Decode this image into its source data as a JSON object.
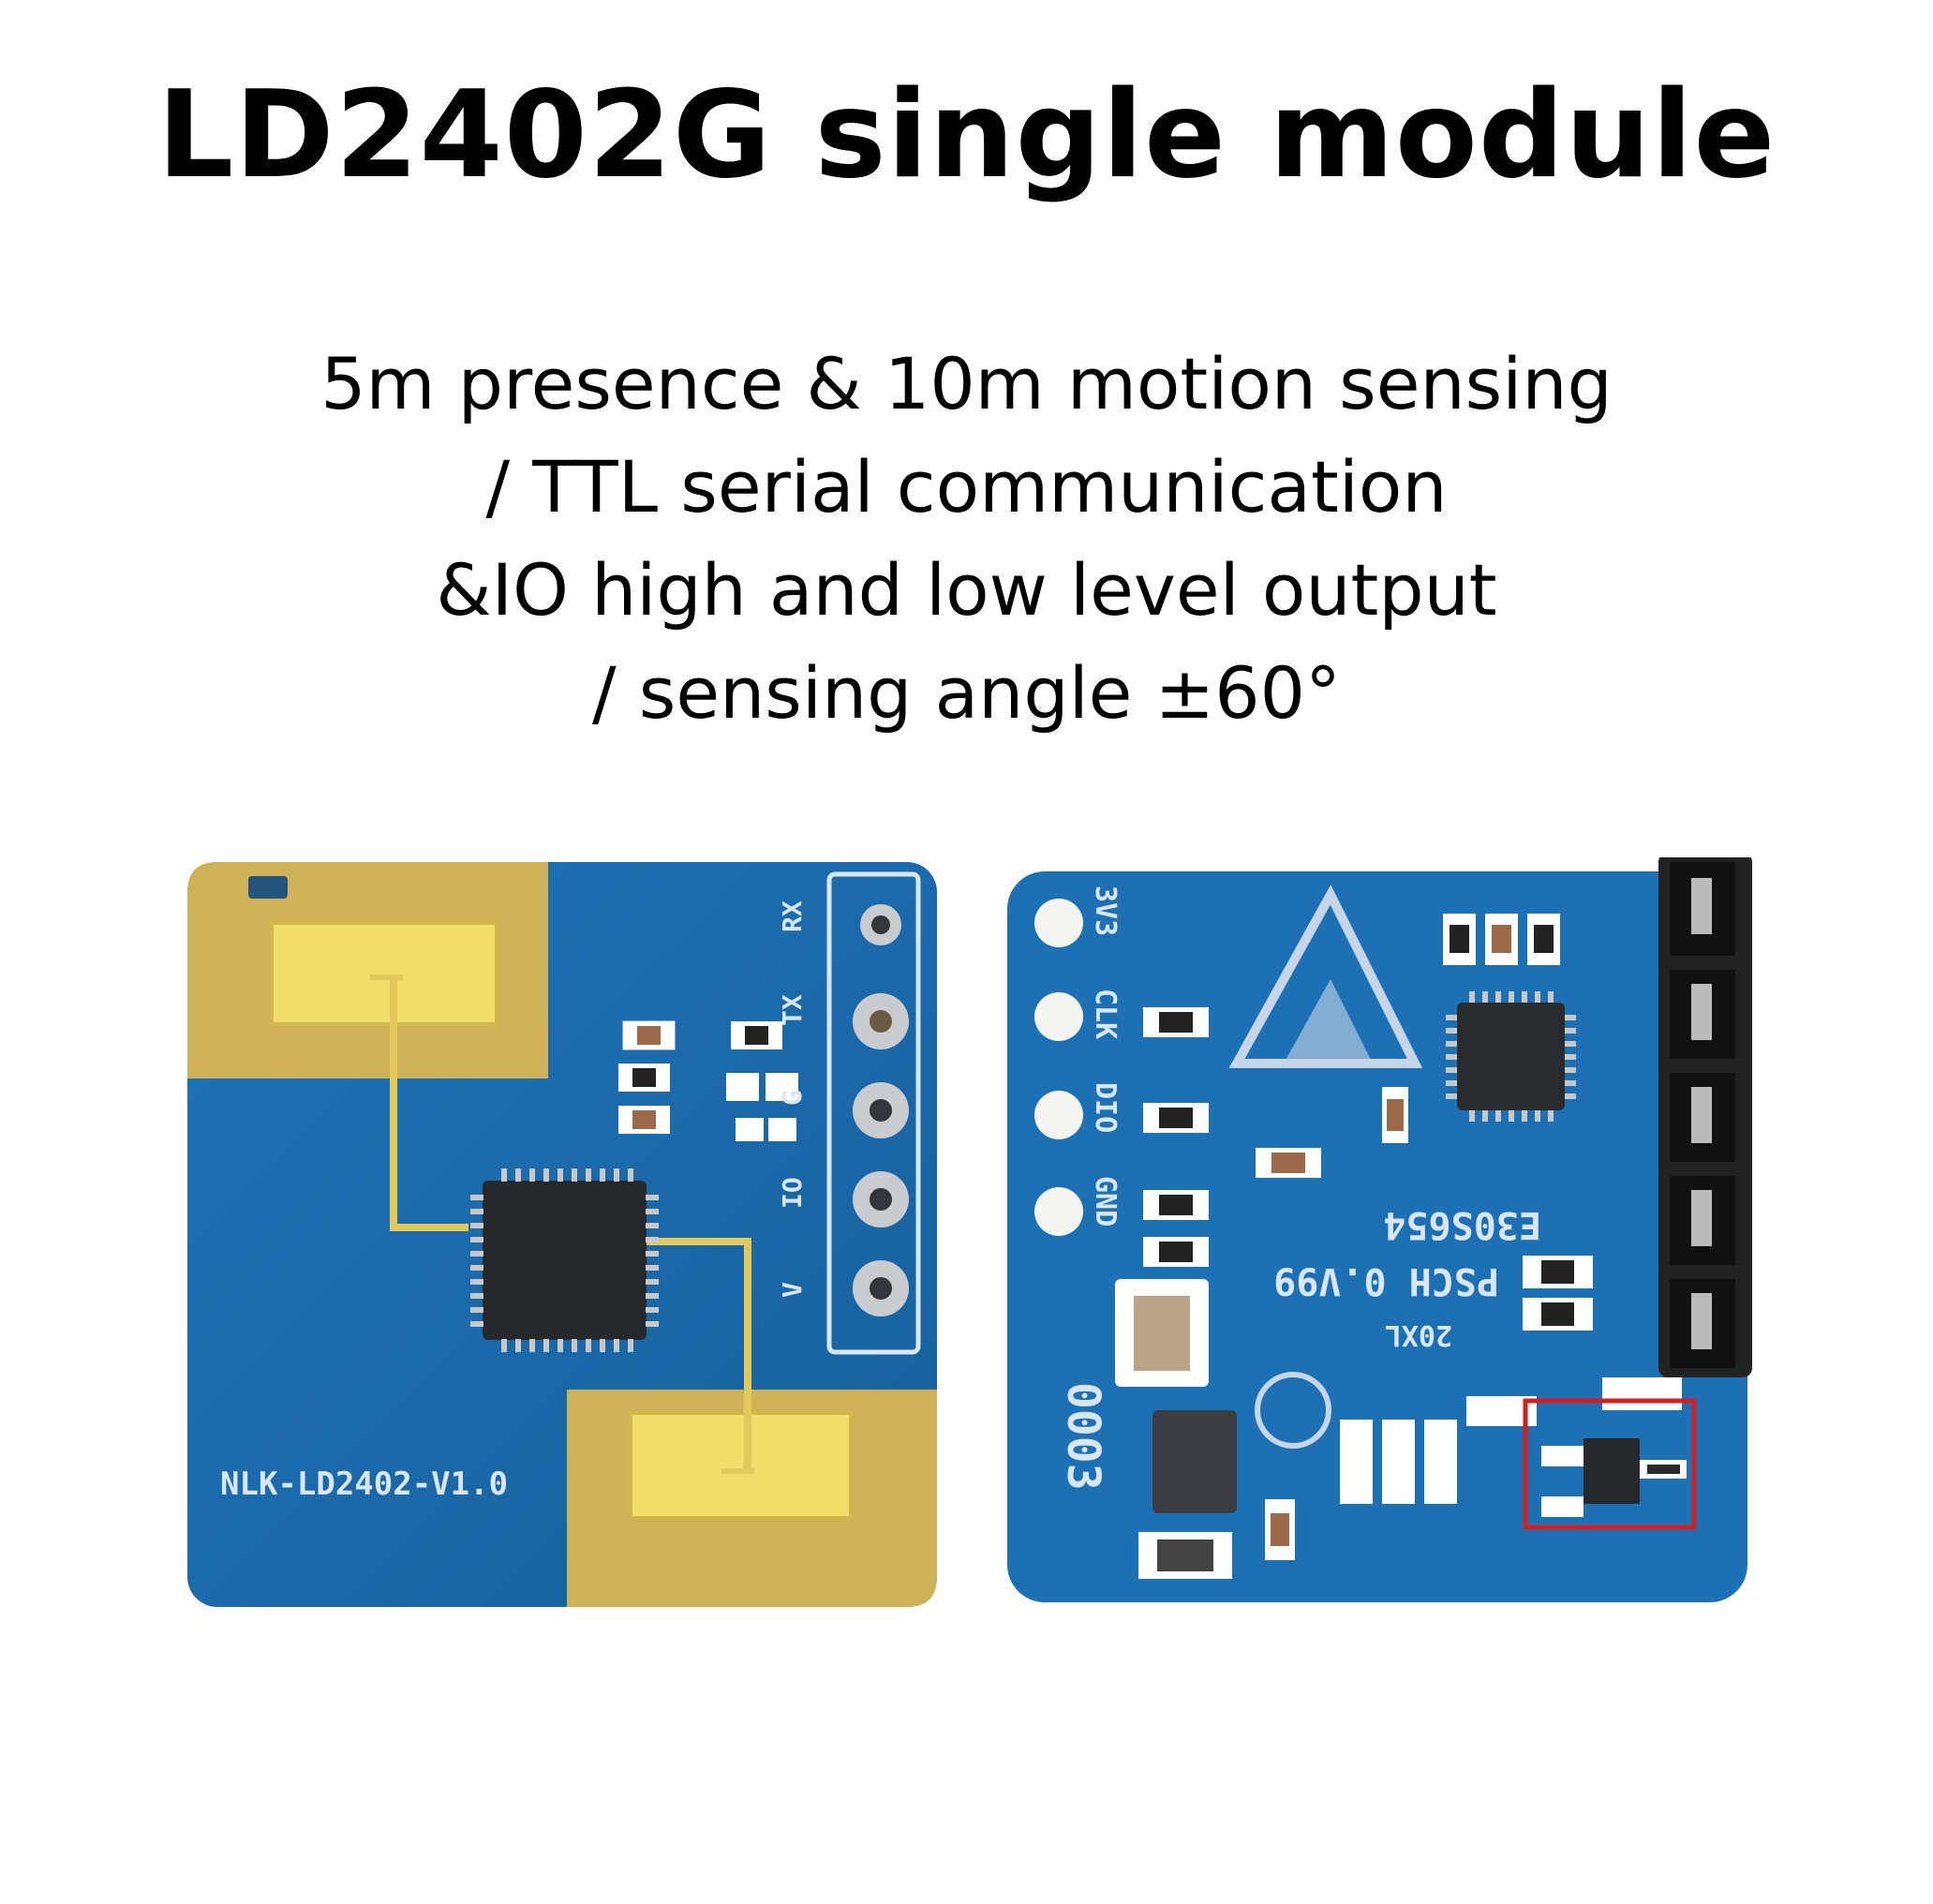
{
  "header": {
    "title": "LD2402G single module",
    "features": [
      "5m presence & 10m motion sensing",
      "/ TTL serial communication",
      "&IO high and low level output",
      "/ sensing angle ±60°"
    ]
  },
  "front_board": {
    "label": "NLK-LD2402-V1.0",
    "pins": [
      "RX",
      "TX",
      "G",
      "IO",
      "V"
    ],
    "colors": {
      "pcb": "#1e6fb0",
      "gold": "#d4b24a"
    }
  },
  "back_board": {
    "pins": [
      "3V3",
      "CLK",
      "DIO",
      "GND"
    ],
    "id": "0003",
    "marking_1": "E30S654",
    "marking_2": "PSCH 0.V99",
    "marking_3": "20XL",
    "highlight_color": "#d42020"
  }
}
